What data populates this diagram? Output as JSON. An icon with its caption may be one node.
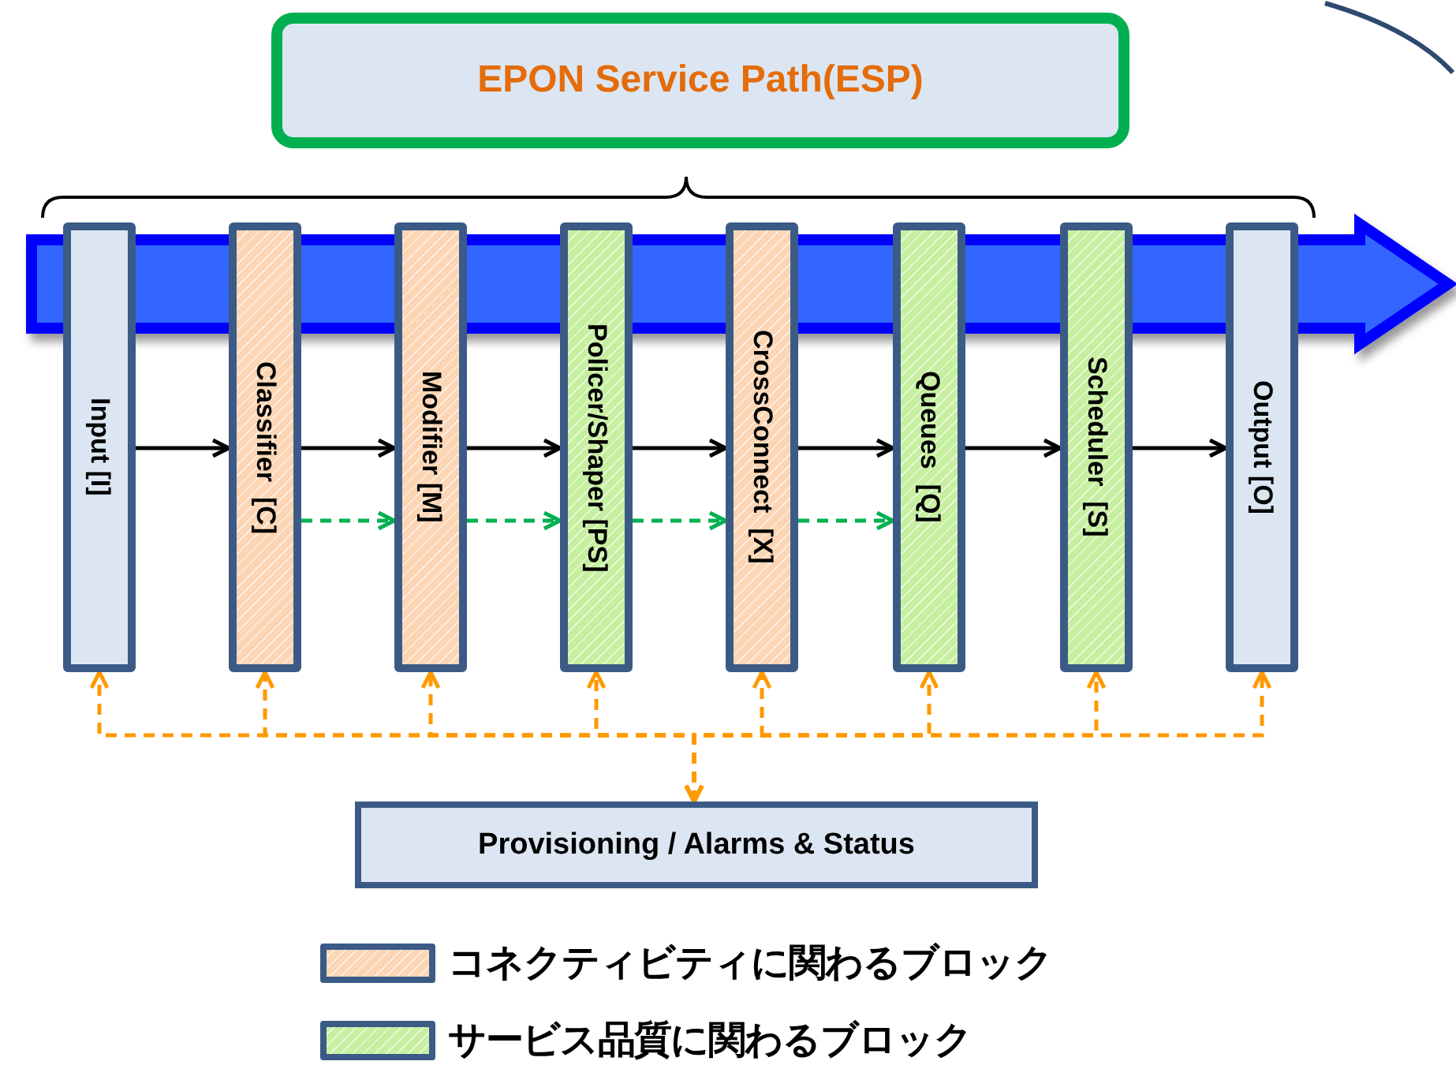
{
  "diagram": {
    "nodes": [
      {
        "text": [
          "EPON Service Path(ESP)"
        ]
      },
      {
        "text": [
          "Input [I]"
        ]
      },
      {
        "text": [
          "Classifier  [C]"
        ]
      },
      {
        "text": [
          "Modifier [M]"
        ]
      },
      {
        "text": [
          "Policer/Shaper [PS]"
        ]
      },
      {
        "text": [
          "CrossConnect  [X]"
        ]
      },
      {
        "text": [
          "Queues  [Q]"
        ]
      },
      {
        "text": [
          "Scheduler  [S]"
        ]
      },
      {
        "text": [
          "Output [O]"
        ]
      },
      {
        "text": [
          "Provisioning / Alarms & Status"
        ]
      }
    ],
    "edges": [
      {
        "from": 1,
        "to": 2,
        "arrow": "to",
        "color": "#000000"
      },
      {
        "from": 2,
        "to": 3,
        "arrow": "to",
        "color": "#000000"
      },
      {
        "from": 3,
        "to": 4,
        "arrow": "to",
        "color": "#000000"
      },
      {
        "from": 4,
        "to": 5,
        "arrow": "to",
        "color": "#000000"
      },
      {
        "from": 5,
        "to": 6,
        "arrow": "to",
        "color": "#000000"
      },
      {
        "from": 6,
        "to": 7,
        "arrow": "to",
        "color": "#000000"
      },
      {
        "from": 7,
        "to": 8,
        "arrow": "to",
        "color": "#000000"
      },
      {
        "from": 2,
        "to": 3,
        "arrow": "to",
        "style": "dashed",
        "color": "#00b050"
      },
      {
        "from": 3,
        "to": 4,
        "arrow": "to",
        "style": "dashed",
        "color": "#00b050"
      },
      {
        "from": 4,
        "to": 5,
        "arrow": "to",
        "style": "dashed",
        "color": "#00b050"
      },
      {
        "from": 5,
        "to": 6,
        "arrow": "to",
        "style": "dashed",
        "color": "#00b050"
      },
      {
        "from": 9,
        "to": 1,
        "arrow": "both",
        "style": "dashed",
        "color": "#ff9900"
      },
      {
        "from": 9,
        "to": 2,
        "arrow": "both",
        "style": "dashed",
        "color": "#ff9900"
      },
      {
        "from": 9,
        "to": 3,
        "arrow": "both",
        "style": "dashed",
        "color": "#ff9900"
      },
      {
        "from": 9,
        "to": 4,
        "arrow": "both",
        "style": "dashed",
        "color": "#ff9900"
      },
      {
        "from": 9,
        "to": 5,
        "arrow": "both",
        "style": "dashed",
        "color": "#ff9900"
      },
      {
        "from": 9,
        "to": 6,
        "arrow": "both",
        "style": "dashed",
        "color": "#ff9900"
      },
      {
        "from": 9,
        "to": 7,
        "arrow": "both",
        "style": "dashed",
        "color": "#ff9900"
      },
      {
        "from": 9,
        "to": 8,
        "arrow": "both",
        "style": "dashed",
        "color": "#ff9900"
      }
    ],
    "legend": [
      {
        "text": "コネクティビティに関わるブロック",
        "color": "#fcd5b4"
      },
      {
        "text": "サービス品質に関わるブロック",
        "color": "#c6efa0"
      }
    ]
  }
}
